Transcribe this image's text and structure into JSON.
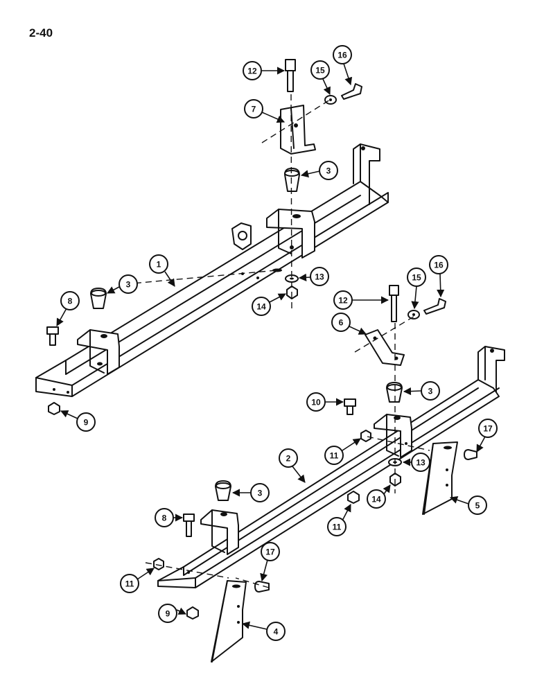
{
  "page": {
    "number": "2-40"
  },
  "callouts": [
    "1",
    "2",
    "3",
    "4",
    "5",
    "6",
    "7",
    "8",
    "9",
    "10",
    "11",
    "12",
    "13",
    "14",
    "15",
    "16",
    "17"
  ],
  "colors": {
    "ink": "#111111",
    "paper": "#ffffff"
  }
}
